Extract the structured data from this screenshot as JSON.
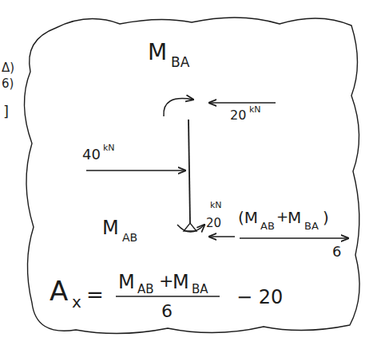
{
  "diagram": {
    "labels": [
      "M",
      "BA",
      "Δ)",
      "6)",
      "]",
      "20",
      "kN",
      "40",
      "kN",
      "M",
      "AB",
      "kN",
      "20",
      "(M",
      "AB",
      "+",
      "M",
      "BA",
      ")",
      "6",
      "A",
      "x",
      "=",
      "M",
      "AB",
      "+",
      "M",
      "BA",
      "6",
      "− 20"
    ]
  }
}
